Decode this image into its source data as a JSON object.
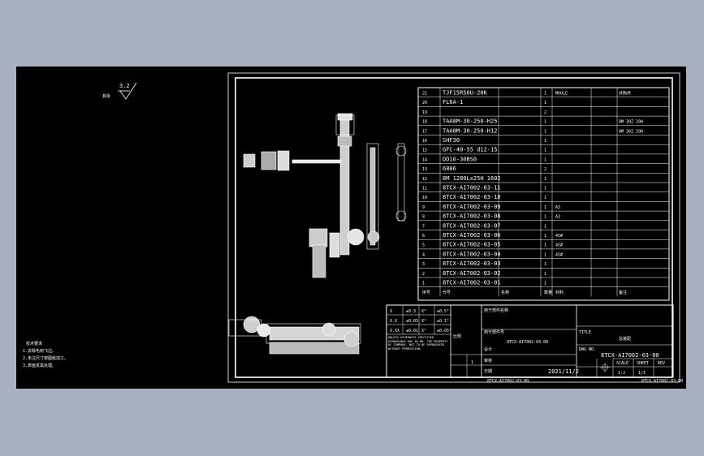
{
  "viewport_colors": {
    "background": "#a7b1c1",
    "sheet": "#000000",
    "lines": "#ffffff"
  },
  "roughness": {
    "value": "3.2",
    "label": "其余"
  },
  "notes": {
    "title": "技术要求",
    "items": [
      "1.去除毛刺飞边。",
      "2.未注尺寸按图纸加工。",
      "3.表面发黑处理。"
    ]
  },
  "bom": {
    "header": [
      "序号",
      "代号",
      "名称",
      "数量",
      "材料",
      "备注"
    ],
    "rows": [
      {
        "no": "21",
        "code": "TJF15R50U-20K",
        "name": "",
        "qty": "1",
        "mat": "MOULE",
        "rem": "外购件"
      },
      {
        "no": "20",
        "code": "FL6A-1",
        "name": "",
        "qty": "1",
        "mat": "",
        "rem": ""
      },
      {
        "no": "19",
        "code": "",
        "name": "",
        "qty": "2",
        "mat": "",
        "rem": ""
      },
      {
        "no": "18",
        "code": "TAA8M-30-250-H25",
        "name": "",
        "qty": "1",
        "mat": "",
        "rem": "8M 30Z 20H"
      },
      {
        "no": "17",
        "code": "TAA8M-30-250-H12",
        "name": "",
        "qty": "1",
        "mat": "",
        "rem": "8M 30Z 20H"
      },
      {
        "no": "16",
        "code": "SHF30",
        "name": "",
        "qty": "1",
        "mat": "",
        "rem": ""
      },
      {
        "no": "15",
        "code": "GFC-40-55 d12-15",
        "name": "",
        "qty": "1",
        "mat": "",
        "rem": ""
      },
      {
        "no": "14",
        "code": "DD10-30BS0",
        "name": "",
        "qty": "1",
        "mat": "",
        "rem": ""
      },
      {
        "no": "13",
        "code": "6806",
        "name": "",
        "qty": "2",
        "mat": "",
        "rem": ""
      },
      {
        "no": "12",
        "code": "8M 1280Lx25H 1602",
        "name": "",
        "qty": "1",
        "mat": "",
        "rem": ""
      },
      {
        "no": "11",
        "code": "8TCX-AI7002-03-11",
        "name": "",
        "qty": "1",
        "mat": "",
        "rem": ""
      },
      {
        "no": "10",
        "code": "8TCX-AI7002-03-10",
        "name": "",
        "qty": "1",
        "mat": "",
        "rem": ""
      },
      {
        "no": "9",
        "code": "8TCX-AI7002-03-09",
        "name": "",
        "qty": "1",
        "mat": "A3",
        "rem": ""
      },
      {
        "no": "8",
        "code": "8TCX-AI7002-03-08",
        "name": "",
        "qty": "1",
        "mat": "A3",
        "rem": ""
      },
      {
        "no": "7",
        "code": "8TCX-AI7002-03-07",
        "name": "",
        "qty": "1",
        "mat": "",
        "rem": ""
      },
      {
        "no": "6",
        "code": "8TCX-AI7002-03-06",
        "name": "",
        "qty": "1",
        "mat": "45#",
        "rem": ""
      },
      {
        "no": "5",
        "code": "8TCX-AI7002-03-05",
        "name": "",
        "qty": "1",
        "mat": "45#",
        "rem": ""
      },
      {
        "no": "4",
        "code": "8TCX-AI7002-03-04",
        "name": "",
        "qty": "1",
        "mat": "45#",
        "rem": ""
      },
      {
        "no": "3",
        "code": "8TCX-AI7002-03-03",
        "name": "",
        "qty": "1",
        "mat": "",
        "rem": ""
      },
      {
        "no": "2",
        "code": "8TCX-AI7002-03-02",
        "name": "",
        "qty": "1",
        "mat": "",
        "rem": ""
      },
      {
        "no": "1",
        "code": "8TCX-AI7002-03-01",
        "name": "",
        "qty": "1",
        "mat": "",
        "rem": ""
      }
    ]
  },
  "tolerance": {
    "rows": [
      [
        "X",
        "±0.3",
        "X°",
        "±0.5°"
      ],
      [
        "X.X",
        "±0.05",
        "X°",
        "±0.1°"
      ],
      [
        "X.XX",
        "±0.01",
        "X°",
        "±0.05°"
      ]
    ],
    "fine_print": "UNLESS OTHERWISE SPECIFIED DIMENSIONS ARE IN MM. THE PROPERTY OF COMPANY. NOT TO BE REPRODUCED WITHOUT PERMISSION."
  },
  "title_block": {
    "parent_label": "用于部件名称",
    "parent_no_label": "用于部件号",
    "parent_no": "8TCX-AI7002-03-00",
    "scale_label": "比例",
    "scale": "1",
    "drawn_label": "设计",
    "checked_label": "审核",
    "date_label": "日期",
    "date": "2021/11/2",
    "title_label": "TITLE",
    "title": "总装配",
    "dwg_label": "DWG NO.",
    "dwg_no": "8TCX-AI7002-03-00",
    "scale_col": "SCALE",
    "sheet_col": "SHEET",
    "rev_col": "REV",
    "scale_val": "1:2",
    "sheet_val": "1/1",
    "rev_val": ""
  },
  "footer": {
    "left": "8TCX-AI7002-03-00",
    "right": "8TCX-AI7002-03-00"
  }
}
